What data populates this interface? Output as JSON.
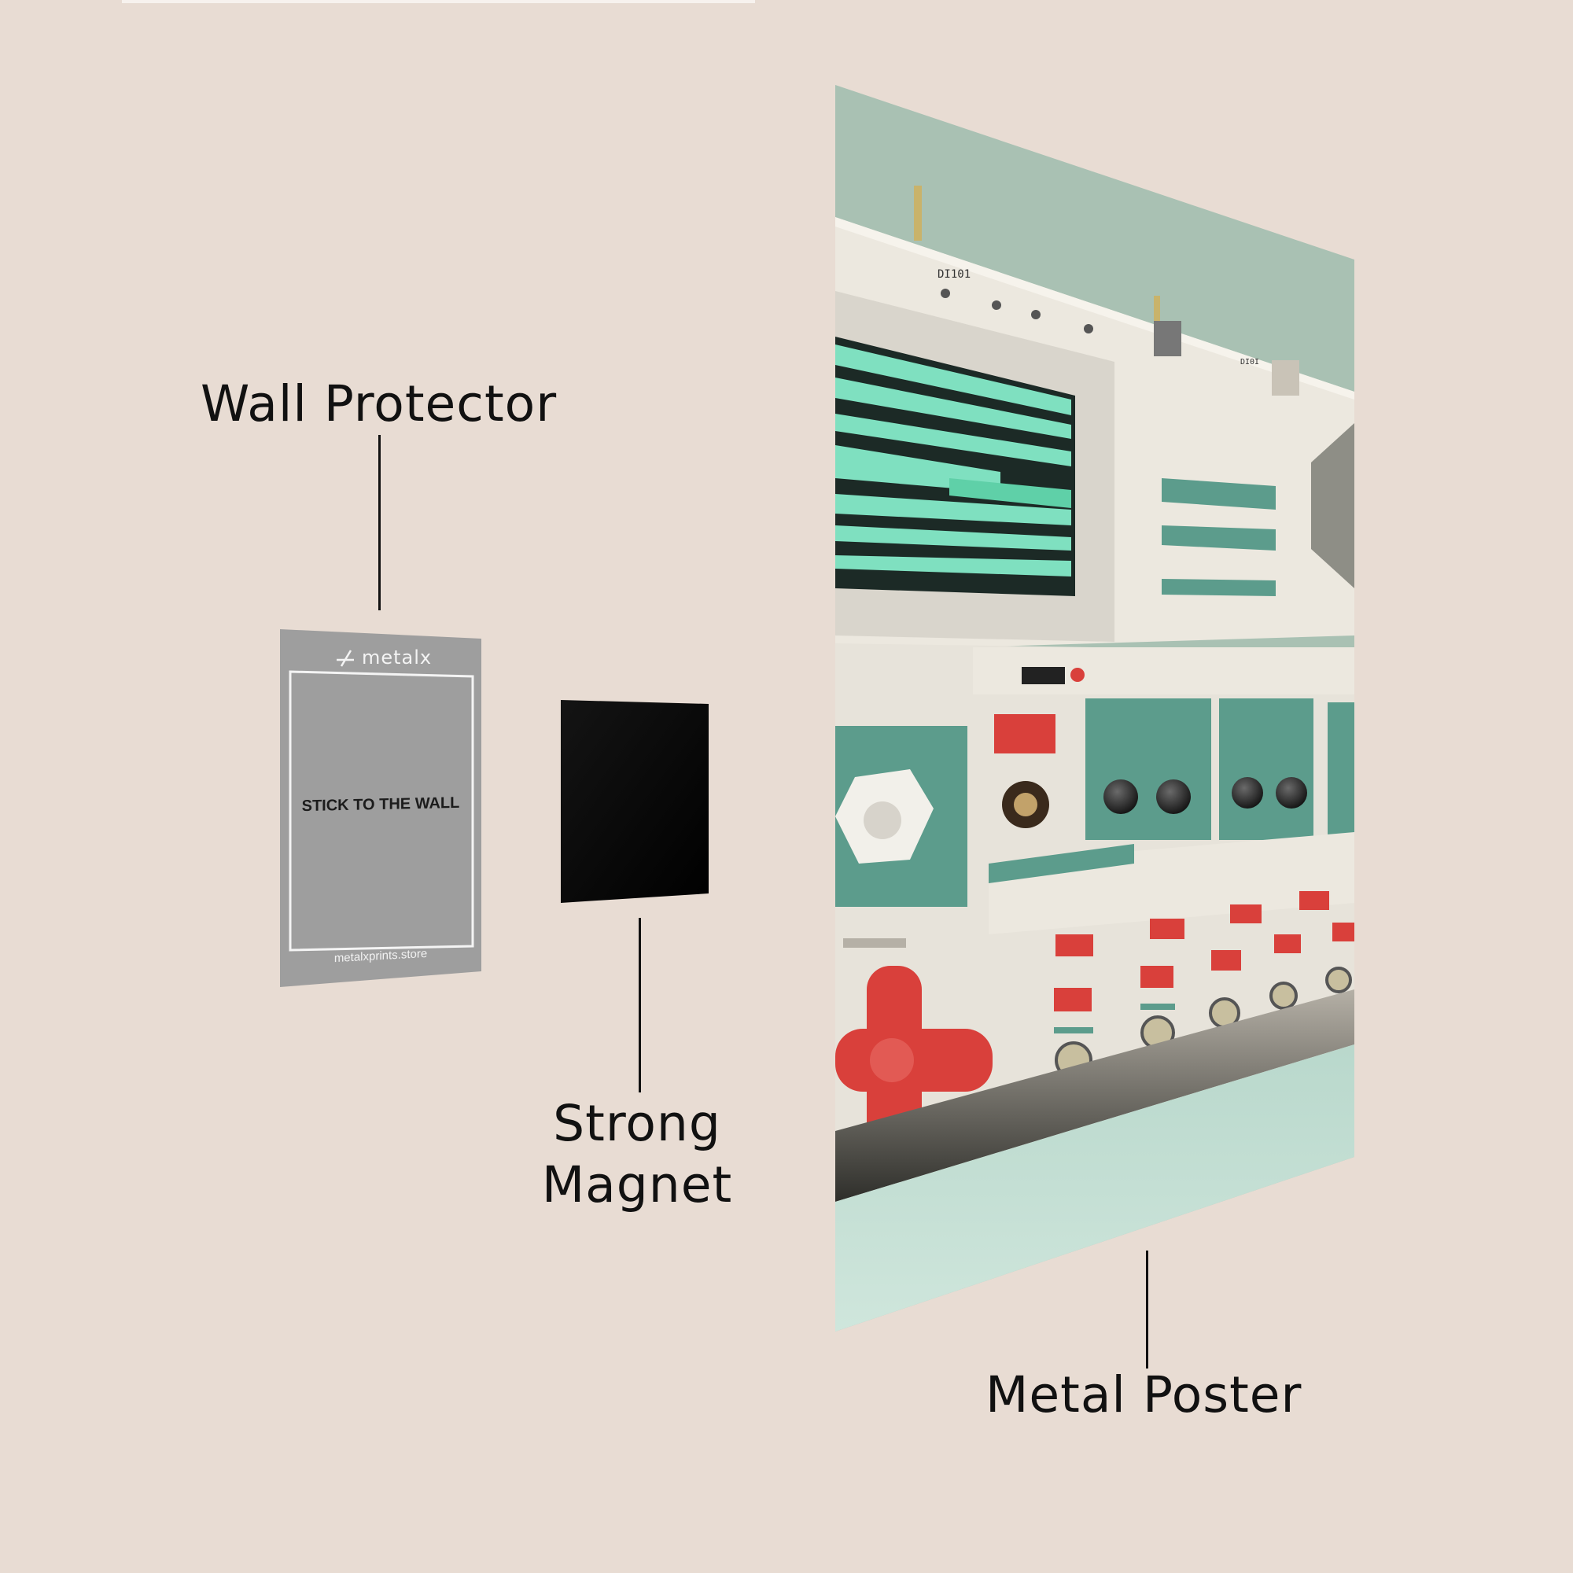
{
  "labels": {
    "wall_protector": "Wall Protector",
    "strong_magnet_line1": "Strong",
    "strong_magnet_line2": "Magnet",
    "metal_poster": "Metal Poster"
  },
  "protector": {
    "logo_text": "metalx",
    "instruction": "STICK TO THE WALL",
    "website": "metalxprints.store"
  },
  "poster_screen": {
    "header_code": "DI101",
    "top_right_code": "DI0I"
  },
  "colors": {
    "background": "#e8dcd3",
    "protector": "#9e9e9e",
    "magnet": "#050505",
    "poster_teal": "#5c9c8c",
    "poster_red": "#d9403b",
    "poster_cream": "#ece8df",
    "screen_green": "#7fe0c0"
  }
}
